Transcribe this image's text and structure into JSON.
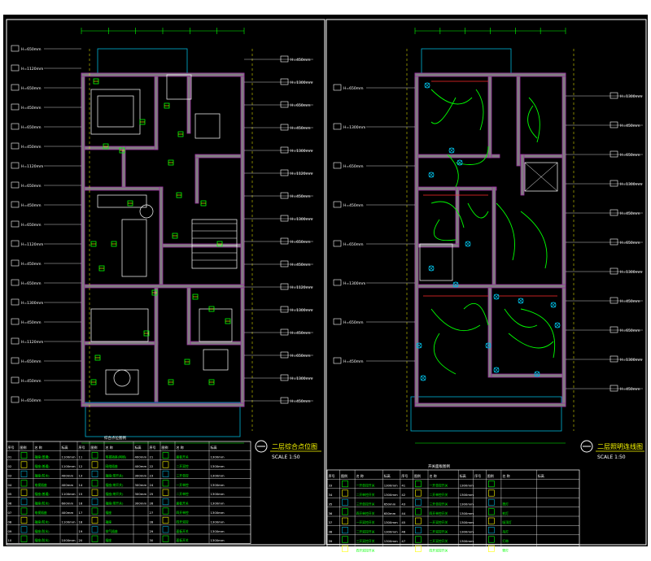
{
  "left_sheet": {
    "title": "二层综合点位图",
    "scale": "SCALE 1:50",
    "legend_title": "综合点位图例",
    "legend_headers": [
      "序号",
      "图例",
      "名 称",
      "标高",
      "序号",
      "图例",
      "名 称",
      "标高",
      "序号",
      "图例",
      "名 称",
      "标高"
    ],
    "legend_rows": [
      [
        "01",
        "",
        "插座(普通)",
        "1100mm",
        "11",
        "",
        "电视插座(网络)",
        "400mm",
        "21",
        "",
        "面板开关",
        "1300mm"
      ],
      [
        "02",
        "",
        "插座(普通)",
        "1100mm",
        "12",
        "",
        "网络插座",
        "400mm",
        "22",
        "",
        "二开双控",
        "1300mm"
      ],
      [
        "03",
        "",
        "插座(防水)",
        "400mm",
        "13",
        "",
        "插座(带开关)",
        "300mm",
        "23",
        "",
        "三开单控",
        "1300mm"
      ],
      [
        "04",
        "",
        "电视插座",
        "400mm",
        "14",
        "",
        "插座(带开关)",
        "300mm",
        "24",
        "",
        "一开单控",
        "1300mm"
      ],
      [
        "05",
        "",
        "插座(普通)",
        "1100mm",
        "15",
        "",
        "插座(带开关)",
        "300mm",
        "25",
        "",
        "二开单控",
        "1300mm"
      ],
      [
        "06",
        "",
        "插座(防水)",
        "600mm",
        "16",
        "",
        "插座(带开关)",
        "300mm",
        "26",
        "",
        "面板开关",
        "1300mm"
      ],
      [
        "07",
        "",
        "电视插座",
        "400mm",
        "17",
        "",
        "插座",
        "",
        "27",
        "",
        "四开单控",
        "1300mm"
      ],
      [
        "08",
        "",
        "插座(防水)",
        "1100mm",
        "18",
        "",
        "插座",
        "",
        "28",
        "",
        "四开双控",
        "1300mm"
      ],
      [
        "09",
        "",
        "插座(防水)",
        "",
        "19",
        "",
        "排气插座",
        "",
        "29",
        "",
        "面板开关",
        "1300mm"
      ],
      [
        "10",
        "",
        "插座(防水)",
        "1000mm",
        "20",
        "",
        "插座",
        "",
        "30",
        "",
        "面板开关",
        "1300mm"
      ]
    ],
    "callouts_left": [
      "H=650mm",
      "H=1120mm",
      "H=650mm",
      "H=450mm",
      "H=650mm",
      "H=450mm",
      "H=1120mm",
      "H=650mm",
      "H=450mm",
      "H=650mm",
      "H=1120mm",
      "H=450mm",
      "H=650mm",
      "H=1300mm",
      "H=450mm",
      "H=1120mm",
      "H=650mm",
      "H=450mm",
      "H=650mm"
    ],
    "callouts_right": [
      "H=450mm",
      "H=1300mm",
      "H=650mm",
      "H=450mm",
      "H=1300mm",
      "H=1120mm",
      "H=450mm",
      "H=1300mm",
      "H=650mm",
      "H=450mm",
      "H=1120mm",
      "H=1300mm",
      "H=450mm",
      "H=650mm",
      "H=1300mm",
      "H=450mm"
    ]
  },
  "right_sheet": {
    "title": "二层照明连线图",
    "scale": "SCALE 1:50",
    "legend_title": "开关面板图例",
    "legend_headers": [
      "序号",
      "图例",
      "名 称",
      "标高",
      "序号",
      "图例",
      "名 称",
      "标高",
      "序号",
      "图例",
      "名 称",
      "标高"
    ],
    "legend_rows": [
      [
        "33",
        "",
        "一开单控开关",
        "1300mm",
        "41",
        "",
        "一开单控开关",
        "1300mm",
        "",
        "",
        "",
        ""
      ],
      [
        "34",
        "",
        "二开单控开关",
        "1300mm",
        "42",
        "",
        "二开单控开关",
        "1300mm",
        "",
        "",
        "",
        ""
      ],
      [
        "35",
        "",
        "三开单控开关",
        "650mm",
        "43",
        "",
        "三开单控开关",
        "1300mm",
        "",
        "",
        "筒灯",
        ""
      ],
      [
        "36",
        "",
        "四开单控开关",
        "650mm",
        "44",
        "",
        "四开单控开关",
        "1300mm",
        "",
        "",
        "射灯",
        ""
      ],
      [
        "37",
        "",
        "一开双控开关",
        "1300mm",
        "45",
        "",
        "一开双控开关",
        "1300mm",
        "",
        "",
        "吸顶灯",
        ""
      ],
      [
        "38",
        "",
        "二开双控开关",
        "1300mm",
        "46",
        "",
        "二开双控开关",
        "1300mm",
        "",
        "",
        "吊灯",
        ""
      ],
      [
        "39",
        "",
        "三开双控开关",
        "1300mm",
        "47",
        "",
        "三开双控开关",
        "1300mm",
        "",
        "",
        "灯带",
        ""
      ],
      [
        "40",
        "",
        "四开双控开关",
        "1300mm",
        "48",
        "",
        "四开双控开关",
        "1300mm",
        "",
        "",
        "壁灯",
        ""
      ]
    ],
    "callouts_left": [
      "H=650mm",
      "H=1300mm",
      "H=650mm",
      "H=450mm",
      "H=650mm",
      "H=1300mm",
      "H=650mm",
      "H=450mm"
    ],
    "callouts_right": [
      "H=1300mm",
      "H=450mm",
      "H=650mm",
      "H=1300mm",
      "H=450mm",
      "H=650mm",
      "H=1300mm",
      "H=450mm",
      "H=650mm",
      "H=1300mm",
      "H=450mm"
    ]
  },
  "colors": {
    "background": "#000000",
    "wall": "#7f7f7f",
    "wall_hatch": "#9a2ea0",
    "line_cyan": "#00b4d8",
    "line_green": "#00ff00",
    "line_yellow": "#ffff00",
    "line_red": "#ff2a2a",
    "line_white": "#ffffff",
    "frame": "#ffffff"
  }
}
